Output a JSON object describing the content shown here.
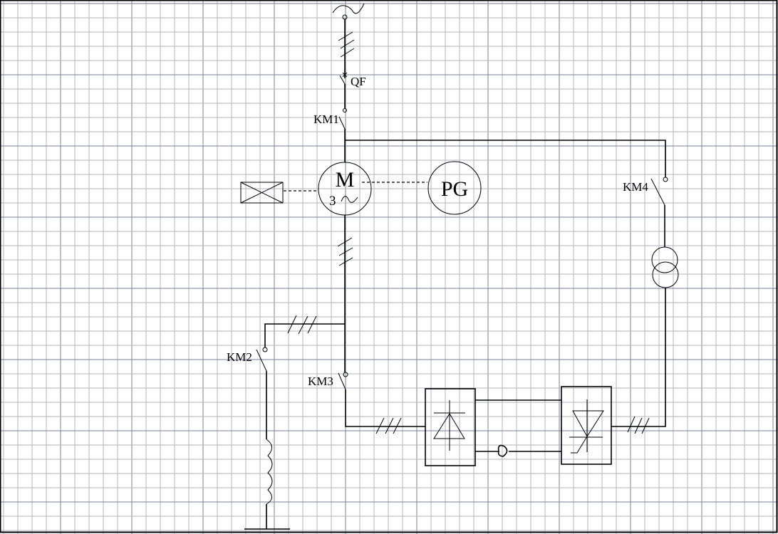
{
  "diagram": {
    "supply_symbol": "ac-sine",
    "labels": {
      "breaker": "QF",
      "contactor1": "KM1",
      "contactor2": "KM2",
      "contactor3": "KM3",
      "contactor4": "KM4",
      "motor_letter": "M",
      "motor_phases": "3",
      "generator": "PG"
    },
    "colors": {
      "grid_minor": "#b4b4bc",
      "grid_major": "#7a7f96",
      "line": "#000000"
    }
  }
}
